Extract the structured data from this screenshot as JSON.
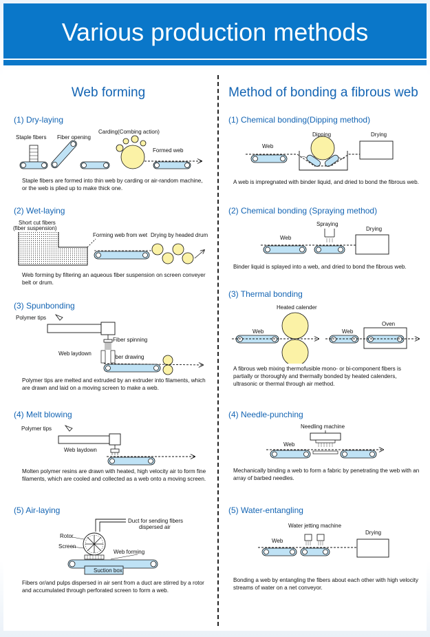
{
  "title": "Various production methods",
  "left": {
    "title": "Web forming",
    "sections": [
      {
        "title": "(1) Dry-laying",
        "labels": {
          "a": "Staple fibers",
          "b": "Fiber opening",
          "c": "Carding(Combing action)",
          "d": "Formed web"
        },
        "desc": "Staple fibers are formed into thin web by carding or air-random machine, or the web is plied up to make thick one."
      },
      {
        "title": "(2) Wet-laying",
        "labels": {
          "a": "Short cut fibers",
          "b": "(fiber suspension)",
          "c": "Forming web from wet",
          "d": "Drying by headed drum"
        },
        "desc": "Web forming by filtering an aqueous fiber suspension on screen conveyer belt or drum."
      },
      {
        "title": "(3) Spunbonding",
        "labels": {
          "a": "Polymer tips",
          "b": "Fiber spinning",
          "c": "Web laydown",
          "d": "Fiber drawing"
        },
        "desc": "Polymer tips are melted and extruded by an extruder into filaments, which are drawn and laid on a moving screen to make a web."
      },
      {
        "title": "(4) Melt blowing",
        "labels": {
          "a": "Polymer tips",
          "b": "Web laydown"
        },
        "desc": "Molten polymer resins are drawn with heated, high velocity air to form fine filaments, which are cooled and collected as a web onto a moving screen."
      },
      {
        "title": "(5) Air-laying",
        "labels": {
          "a": "Duct for sending fibers",
          "b": "dispersed air",
          "c": "Rotor",
          "d": "Screen",
          "e": "Web forming",
          "f": "Suction box"
        },
        "desc": "Fibers or/and pulps dispersed in air sent from a duct are stirred by a rotor and accumulated through perforated screen to form a web."
      }
    ]
  },
  "right": {
    "title": "Method of bonding a fibrous web",
    "sections": [
      {
        "title": "(1) Chemical bonding(Dipping method)",
        "labels": {
          "a": "Web",
          "b": "Dipping",
          "c": "Drying"
        },
        "desc": "A web is impregnated with binder liquid, and dried to bond the fibrous web."
      },
      {
        "title": "(2) Chemical bonding (Spraying method)",
        "labels": {
          "a": "Spraying",
          "b": "Web",
          "c": "Drying"
        },
        "desc": "Binder liquid is splayed into a web, and dried to bond the fibrous web."
      },
      {
        "title": "(3) Thermal bonding",
        "labels": {
          "a": "Heated calender",
          "b": "Web",
          "c": "Web",
          "d": "Oven"
        },
        "desc": "A fibrous web mixing thermofusible mono- or bi-component fibers is partially or thoroughly and thermally bonded by heated calenders, ultrasonic or thermal through air method."
      },
      {
        "title": "(4) Needle-punching",
        "labels": {
          "a": "Needling machine",
          "b": "Web"
        },
        "desc": "Mechanically binding a web to form a fabric by penetrating the web with an array of barbed needles."
      },
      {
        "title": "(5) Water-entangling",
        "labels": {
          "a": "Water jetting machine",
          "b": "Web",
          "c": "Drying"
        },
        "desc": "Bonding a web by entangling the fibers about each other with high velocity streams of water on a net conveyor."
      }
    ]
  },
  "colors": {
    "header": "#0a77c9",
    "heading": "#1364b3",
    "belt": "#bfe2f5",
    "roll": "#fbf2a6"
  }
}
